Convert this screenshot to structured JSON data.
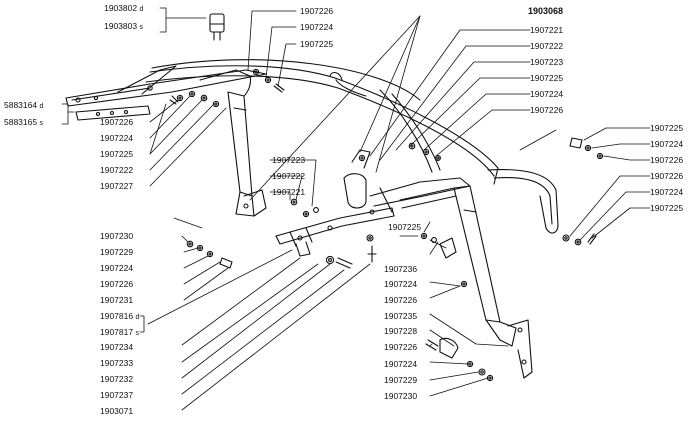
{
  "diagram": {
    "title": "",
    "line_color": "#111111",
    "background_color": "#ffffff",
    "parts": [
      {
        "id": "1903802",
        "suffix": "d"
      },
      {
        "id": "1903803",
        "suffix": "s"
      },
      {
        "id": "5883164",
        "suffix": "d"
      },
      {
        "id": "5883165",
        "suffix": "s"
      },
      {
        "id": "1907226"
      },
      {
        "id": "1907224"
      },
      {
        "id": "1907225"
      },
      {
        "id": "1907222"
      },
      {
        "id": "1907227"
      },
      {
        "id": "1907230"
      },
      {
        "id": "1907229"
      },
      {
        "id": "1907231"
      },
      {
        "id": "1907816",
        "suffix": "d"
      },
      {
        "id": "1907817",
        "suffix": "s"
      },
      {
        "id": "1907234"
      },
      {
        "id": "1907233"
      },
      {
        "id": "1907232"
      },
      {
        "id": "1907237"
      },
      {
        "id": "1903071"
      },
      {
        "id": "1907223"
      },
      {
        "id": "1907221"
      },
      {
        "id": "1903068"
      },
      {
        "id": "1907236"
      },
      {
        "id": "1907235"
      },
      {
        "id": "1907228"
      }
    ],
    "labels": {
      "tl_1": "1903802",
      "tl_1s": "d",
      "tl_2": "1903803",
      "tl_2s": "s",
      "tc_1": "1907226",
      "tc_2": "1907224",
      "tc_3": "1907225",
      "left_1": "5883164",
      "left_1s": "d",
      "left_2": "5883165",
      "left_2s": "s",
      "left_3": "1907226",
      "left_4": "1907224",
      "left_5": "1907225",
      "left_6": "1907222",
      "left_7": "1907227",
      "lower_1": "1907230",
      "lower_2": "1907229",
      "lower_3": "1907224",
      "lower_4": "1907226",
      "lower_5": "1907231",
      "lower_6": "1907816",
      "lower_6s": "d",
      "lower_7": "1907817",
      "lower_7s": "s",
      "lower_8": "1907234",
      "lower_9": "1907233",
      "lower_10": "1907232",
      "lower_11": "1907237",
      "lower_12": "1903071",
      "mid_1": "1907223",
      "mid_2": "1907222",
      "mid_3": "1907221",
      "right_1": "1903068",
      "right_2": "1907221",
      "right_3": "1907222",
      "right_4": "1907223",
      "right_5": "1907225",
      "right_6": "1907224",
      "right_7": "1907226",
      "fr_1": "1907225",
      "fr_2": "1907224",
      "fr_3": "1907226",
      "fr_4": "1907226",
      "fr_5": "1907224",
      "fr_6": "1907225",
      "br_1": "1907225",
      "br_2": "1907236",
      "br_3": "1907224",
      "br_4": "1907226",
      "br_5": "1907235",
      "br_6": "1907228",
      "br_7": "1907226",
      "br_8": "1907224",
      "br_9": "1907229",
      "br_10": "1907230"
    }
  }
}
